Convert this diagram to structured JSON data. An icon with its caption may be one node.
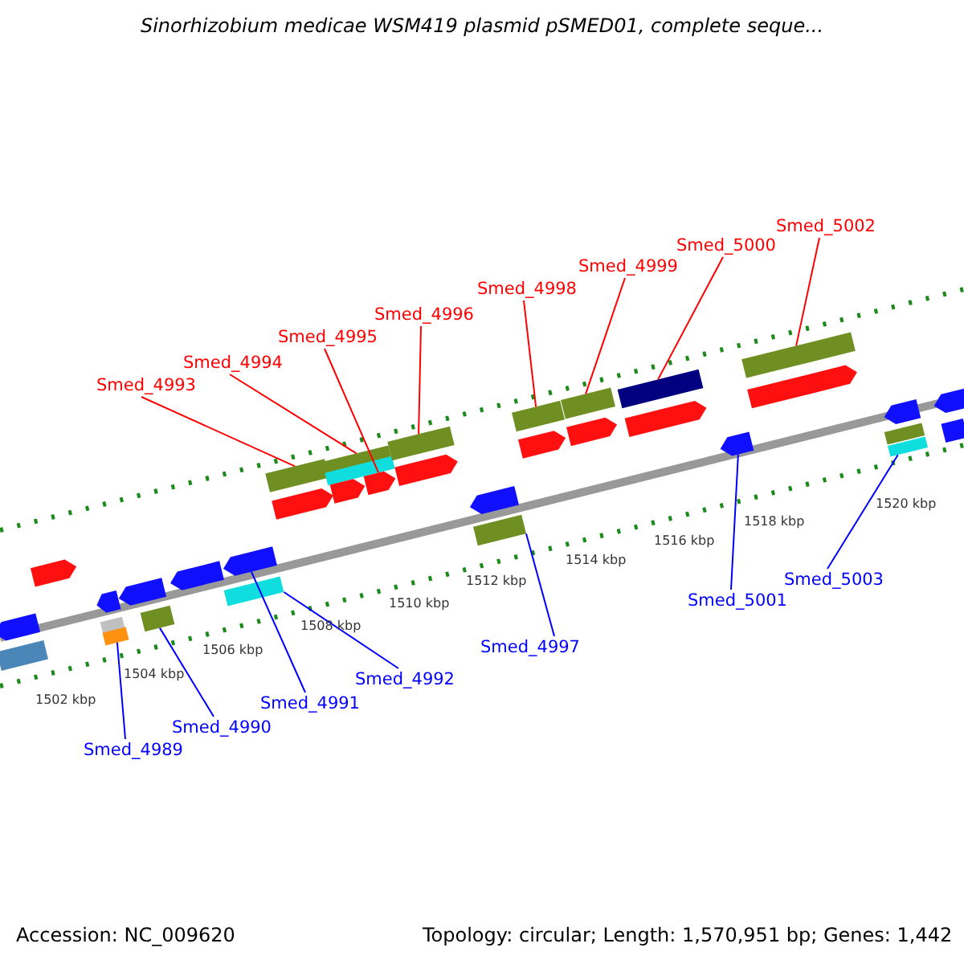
{
  "diagram": {
    "title": "Sinorhizobium medicae WSM419 plasmid pSMED01, complete seque...",
    "nodes": [
      {
        "text": [
          "Smed_4993"
        ]
      },
      {
        "text": [
          "Smed_4994"
        ]
      },
      {
        "text": [
          "Smed_4995"
        ]
      },
      {
        "text": [
          "Smed_4996"
        ]
      },
      {
        "text": [
          "Smed_4998"
        ]
      },
      {
        "text": [
          "Smed_4999"
        ]
      },
      {
        "text": [
          "Smed_5000"
        ]
      },
      {
        "text": [
          "Smed_5002"
        ]
      },
      {
        "text": [
          "Smed_4989"
        ]
      },
      {
        "text": [
          "Smed_4990"
        ]
      },
      {
        "text": [
          "Smed_4991"
        ]
      },
      {
        "text": [
          "Smed_4992"
        ]
      },
      {
        "text": [
          "Smed_4997"
        ]
      },
      {
        "text": [
          "Smed_5001"
        ]
      },
      {
        "text": [
          "Smed_5003"
        ]
      },
      {
        "text": [],
        "shape": "bar"
      },
      {
        "text": [],
        "shape": "arrow"
      },
      {
        "text": [],
        "shape": "arrow"
      },
      {
        "text": [],
        "shape": "arrow"
      },
      {
        "text": [],
        "shape": "bar"
      },
      {
        "text": [],
        "shape": "bar"
      },
      {
        "text": [],
        "shape": "arrow"
      },
      {
        "text": [],
        "shape": "bar"
      },
      {
        "text": [],
        "shape": "arrow"
      },
      {
        "text": [],
        "shape": "arrow"
      },
      {
        "text": [],
        "shape": "bar"
      },
      {
        "text": [],
        "shape": "bar"
      },
      {
        "text": [],
        "shape": "arrow"
      },
      {
        "text": [],
        "shape": "bar"
      },
      {
        "text": [],
        "shape": "bar"
      },
      {
        "text": [],
        "shape": "arrow"
      },
      {
        "text": [],
        "shape": "arrow"
      },
      {
        "text": [],
        "shape": "bar"
      },
      {
        "text": [],
        "shape": "arrow"
      },
      {
        "text": [],
        "shape": "arrow"
      },
      {
        "text": [],
        "shape": "bar"
      },
      {
        "text": [],
        "shape": "bar"
      },
      {
        "text": [],
        "shape": "arrow"
      },
      {
        "text": [],
        "shape": "bar"
      },
      {
        "text": [],
        "shape": "arrow"
      },
      {
        "text": [],
        "shape": "bar"
      },
      {
        "text": [],
        "shape": "arrow"
      },
      {
        "text": [],
        "shape": "arrow"
      },
      {
        "text": [],
        "shape": "bar"
      },
      {
        "text": [],
        "shape": "arrow"
      },
      {
        "text": [],
        "shape": "arrow"
      },
      {
        "text": [],
        "shape": "bar"
      },
      {
        "text": [],
        "shape": "bar"
      },
      {
        "text": [],
        "shape": "arrow"
      },
      {
        "text": [],
        "shape": "bar"
      }
    ],
    "edges": [
      {
        "from": 0,
        "to": 26,
        "arrow": "none"
      },
      {
        "from": 1,
        "to": 28,
        "arrow": "none"
      },
      {
        "from": 2,
        "to": 31,
        "arrow": "none"
      },
      {
        "from": 3,
        "to": 32,
        "arrow": "none"
      },
      {
        "from": 4,
        "to": 36,
        "arrow": "none"
      },
      {
        "from": 5,
        "to": 38,
        "arrow": "none"
      },
      {
        "from": 6,
        "to": 40,
        "arrow": "none"
      },
      {
        "from": 7,
        "to": 43,
        "arrow": "none"
      },
      {
        "from": 8,
        "to": 20,
        "arrow": "none",
        "color": "#0000ff"
      },
      {
        "from": 9,
        "to": 22,
        "arrow": "none",
        "color": "#0000ff"
      },
      {
        "from": 10,
        "to": 24,
        "arrow": "none",
        "color": "#0000ff"
      },
      {
        "from": 11,
        "to": 25,
        "arrow": "none",
        "color": "#0000ff"
      },
      {
        "from": 12,
        "to": 35,
        "arrow": "none",
        "color": "#0000ff"
      },
      {
        "from": 13,
        "to": 42,
        "arrow": "none",
        "color": "#0000ff"
      },
      {
        "from": 14,
        "to": 47,
        "arrow": "none",
        "color": "#0000ff"
      }
    ],
    "labels": [
      "1502 kbp",
      "1504 kbp",
      "1506 kbp",
      "1508 kbp",
      "1510 kbp",
      "1512 kbp",
      "1514 kbp",
      "1516 kbp",
      "1518 kbp",
      "1520 kbp",
      "Accession: NC_009620",
      "Topology: circular; Length: 1,570,951 bp; Genes: 1,442"
    ]
  }
}
